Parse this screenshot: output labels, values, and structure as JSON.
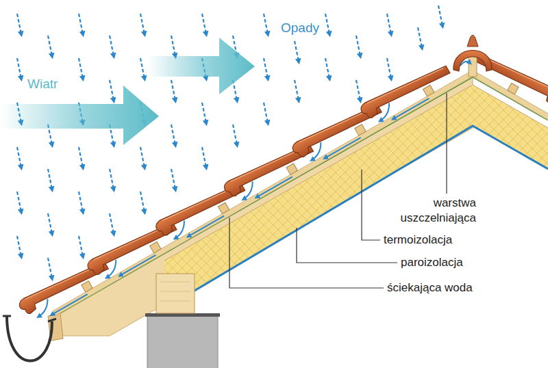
{
  "diagram": {
    "labels": [
      "Wiatr",
      "Opady",
      "warstwa uszczelniająca",
      "termoizolacja",
      "paroizolacja",
      "ściekająca woda"
    ]
  }
}
